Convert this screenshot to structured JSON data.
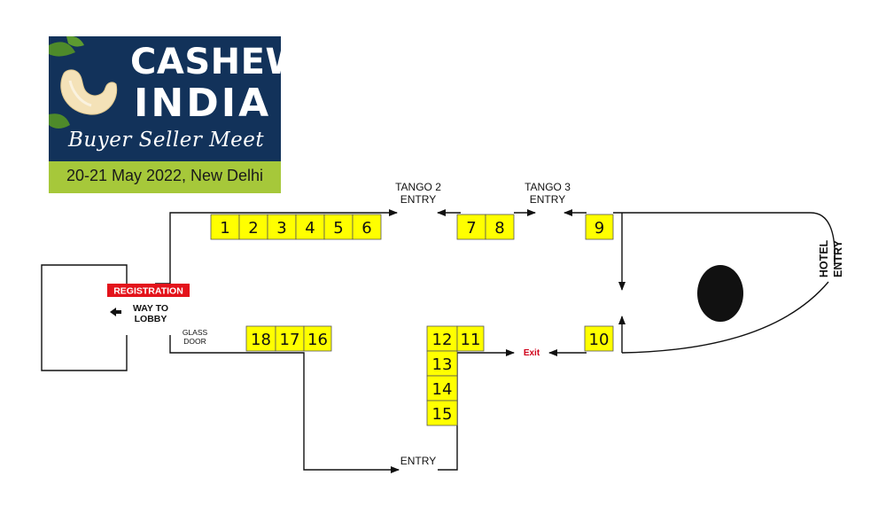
{
  "logo": {
    "line1": "CASHEW",
    "line2": "INDIA",
    "subtitle": "Buyer Seller Meet",
    "date": "20-21 May 2022, New Delhi"
  },
  "labels": {
    "tango2": [
      "TANGO 2",
      "ENTRY"
    ],
    "tango3": [
      "TANGO 3",
      "ENTRY"
    ],
    "hotel": [
      "HOTEL",
      "ENTRY"
    ],
    "registration": "REGISTRATION",
    "lobby": [
      "WAY TO",
      "LOBBY"
    ],
    "glass": [
      "GLASS",
      "DOOR"
    ],
    "exit": "Exit",
    "entry": "ENTRY"
  },
  "booths": [
    "1",
    "2",
    "3",
    "4",
    "5",
    "6",
    "7",
    "8",
    "9",
    "10",
    "11",
    "12",
    "13",
    "14",
    "15",
    "16",
    "17",
    "18"
  ],
  "colors": {
    "booth": "#ffff00",
    "registration": "#e3131b",
    "exit": "#d0021b",
    "logo_navy": "#12325a",
    "logo_green": "#a6c83a"
  }
}
